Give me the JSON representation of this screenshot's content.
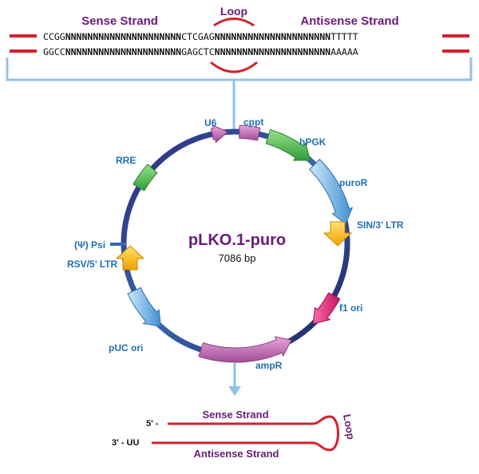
{
  "header": {
    "sense_label": "Sense Strand",
    "antisense_label": "Antisense Strand",
    "loop_label": "Loop"
  },
  "sequence": {
    "top": {
      "prefix": "CCGG",
      "n1": "NNNNNNNNNNNNNNNNNNNNN",
      "loop": "CTCGAG",
      "n2": "NNNNNNNNNNNNNNNNNNNNN",
      "suffix": "TTTTT"
    },
    "bottom": {
      "prefix": "GGCC",
      "n1": "NNNNNNNNNNNNNNNNNNNNN",
      "loop": "GAGCTC",
      "n2": "NNNNNNNNNNNNNNNNNNNNN",
      "suffix": "AAAAA"
    }
  },
  "plasmid": {
    "name": "pLKO.1-puro",
    "size": "7086 bp"
  },
  "features": {
    "u6": "U6",
    "cppt": "cppt",
    "hpgk": "hPGK",
    "puror": "puroR",
    "sin_ltr": "SIN/3’ LTR",
    "f1_ori": "f1 ori",
    "ampr": "ampR",
    "puc_ori": "pUC ori",
    "rsv_ltr": "RSV/5’ LTR",
    "psi": "(Ψ) Psi",
    "rre": "RRE"
  },
  "hairpin": {
    "five_prime": "5' -",
    "three_prime": "3' - UU",
    "sense_label": "Sense Strand",
    "antisense_label": "Antisense Strand",
    "loop_label": "Loop"
  },
  "colors": {
    "purple": "#6a1b78",
    "blue": "#1f6fb6",
    "red": "#d6202f",
    "light_blue": "#8fc3e8"
  }
}
